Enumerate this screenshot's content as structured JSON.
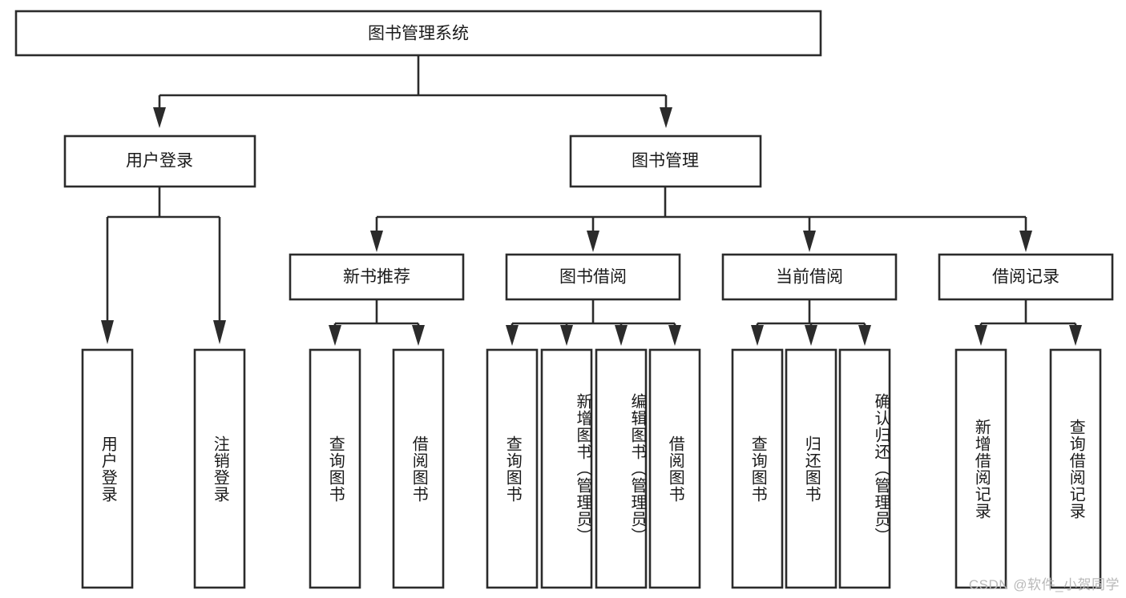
{
  "diagram": {
    "type": "tree-hierarchy",
    "title_node": {
      "label": "图书管理系统"
    },
    "level2": [
      {
        "label": "用户登录"
      },
      {
        "label": "图书管理"
      }
    ],
    "level3": [
      {
        "label": "新书推荐"
      },
      {
        "label": "图书借阅"
      },
      {
        "label": "当前借阅"
      },
      {
        "label": "借阅记录"
      }
    ],
    "leaves": {
      "user_login": [
        {
          "label": "用户登录"
        },
        {
          "label": "注销登录"
        }
      ],
      "new_book_recommend": [
        {
          "label": "查询图书"
        },
        {
          "label": "借阅图书"
        }
      ],
      "book_borrow": [
        {
          "label": "查询图书"
        },
        {
          "label": "新增图书（管理员）"
        },
        {
          "label": "编辑图书（管理员）"
        },
        {
          "label": "借阅图书"
        }
      ],
      "current_borrow": [
        {
          "label": "查询图书"
        },
        {
          "label": "归还图书"
        },
        {
          "label": "确认归还（管理员）"
        }
      ],
      "borrow_record": [
        {
          "label": "新增借阅记录"
        },
        {
          "label": "查询借阅记录"
        }
      ]
    }
  },
  "watermark": {
    "text": "CSDN @软件_小贺同学"
  },
  "colors": {
    "stroke": "#2b2b2b",
    "fill": "#ffffff",
    "text": "#1a1a1a",
    "watermark": "#b9b9b9"
  }
}
